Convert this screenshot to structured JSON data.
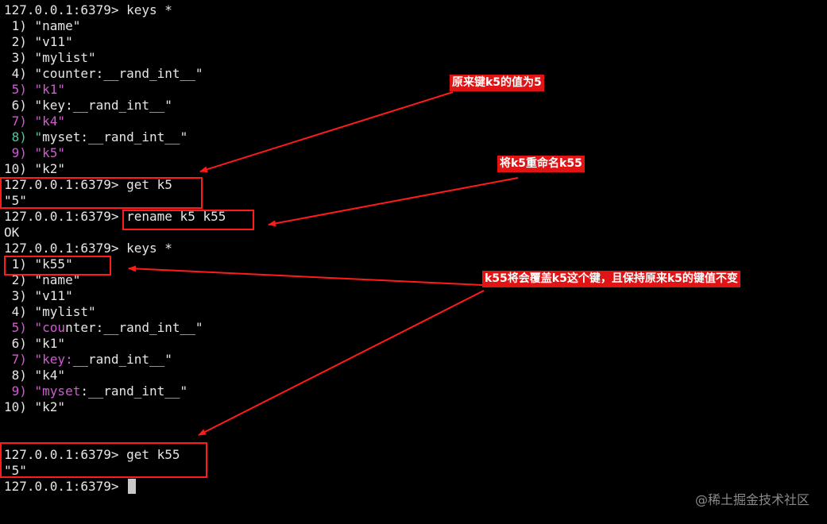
{
  "colors": {
    "background": "#000000",
    "text": "#e6e6e6",
    "num_magenta": "#d25ad2",
    "num_green": "#4ec9a0",
    "annotation": "#ff1b1b",
    "callout_bg": "#e01414",
    "callout_text": "#ffffff",
    "cursor": "#c8c8c8",
    "watermark": "#8a8a8a"
  },
  "terminal": {
    "lines": [
      {
        "text": "127.0.0.1:6379> keys *",
        "prefix_color": null
      },
      {
        "text": " 1) \"name\"",
        "prefix_color": null
      },
      {
        "text": " 2) \"v11\"",
        "prefix_color": null
      },
      {
        "text": " 3) \"mylist\"",
        "prefix_color": null
      },
      {
        "text": " 4) \"counter:__rand_int__\"",
        "prefix_color": null
      },
      {
        "text": " 5) \"k1\"",
        "prefix_color": "magenta",
        "prefix_len": 8
      },
      {
        "text": " 6) \"key:__rand_int__\"",
        "prefix_color": null
      },
      {
        "text": " 7) \"k4\"",
        "prefix_color": "magenta",
        "prefix_len": 8
      },
      {
        "text": " 8) \"myset:__rand_int__\"",
        "prefix_color": "green",
        "prefix_len": 5
      },
      {
        "text": " 9) \"k5\"",
        "prefix_color": "magenta",
        "prefix_len": 8
      },
      {
        "text": "10) \"k2\"",
        "prefix_color": null
      },
      {
        "text": "127.0.0.1:6379> get k5",
        "prefix_color": null
      },
      {
        "text": "\"5\"",
        "prefix_color": null
      },
      {
        "text": "127.0.0.1:6379> rename k5 k55",
        "prefix_color": null
      },
      {
        "text": "OK",
        "prefix_color": null
      },
      {
        "text": "127.0.0.1:6379> keys *",
        "prefix_color": null
      },
      {
        "text": " 1) \"k55\"",
        "prefix_color": null
      },
      {
        "text": " 2) \"name\"",
        "prefix_color": null
      },
      {
        "text": " 3) \"v11\"",
        "prefix_color": null
      },
      {
        "text": " 4) \"mylist\"",
        "prefix_color": null
      },
      {
        "text": " 5) \"counter:__rand_int__\"",
        "prefix_color": "magenta",
        "prefix_len": 8
      },
      {
        "text": " 6) \"k1\"",
        "prefix_color": null
      },
      {
        "text": " 7) \"key:__rand_int__\"",
        "prefix_color": "magenta",
        "prefix_len": 9
      },
      {
        "text": " 8) \"k4\"",
        "prefix_color": null
      },
      {
        "text": " 9) \"myset:__rand_int__\"",
        "prefix_color": "magenta",
        "prefix_len": 10
      },
      {
        "text": "10) \"k2\"",
        "prefix_color": null
      },
      {
        "text": "",
        "prefix_color": null
      },
      {
        "text": "",
        "prefix_color": null
      },
      {
        "text": "127.0.0.1:6379> get k55",
        "prefix_color": null
      },
      {
        "text": "\"5\"",
        "prefix_color": null
      },
      {
        "text": "127.0.0.1:6379> ",
        "prefix_color": null,
        "cursor": true
      }
    ]
  },
  "annotations": {
    "callout_original": "原来键k5的值为5",
    "callout_rename": "将k5重命名k55",
    "callout_overwrite": "k55将会覆盖k5这个键，且保持原来k5的键值不变"
  },
  "watermark": "@稀土掘金技术社区"
}
